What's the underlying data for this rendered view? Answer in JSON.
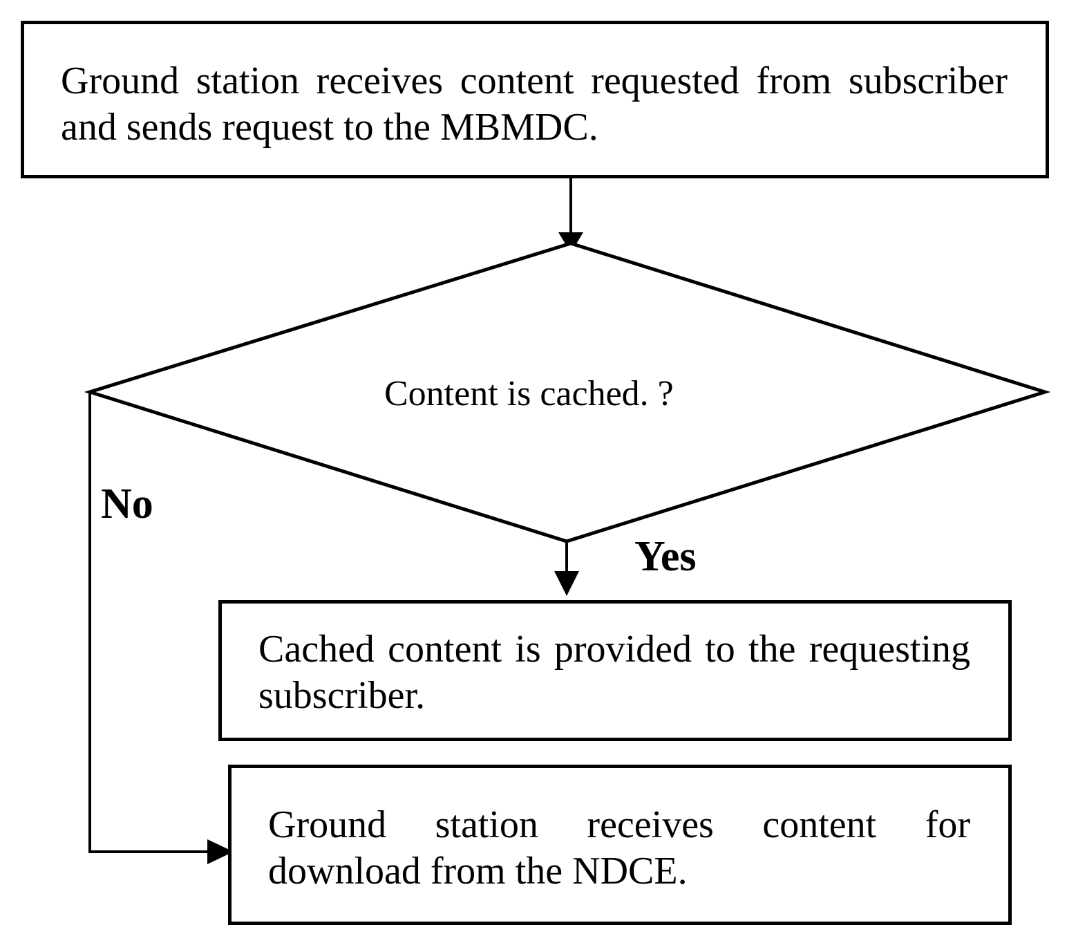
{
  "nodes": {
    "start": {
      "text": "Ground station receives content requested from subscriber and sends request to the MBMDC."
    },
    "decision": {
      "text": "Content is cached. ?"
    },
    "yes_result": {
      "text": "Cached content is provided to the requesting subscriber."
    },
    "no_result": {
      "text": "Ground station receives content for download from the NDCE."
    }
  },
  "edges": {
    "yes_label": "Yes",
    "no_label": "No"
  },
  "colors": {
    "stroke": "#000000",
    "fill": "#ffffff"
  }
}
